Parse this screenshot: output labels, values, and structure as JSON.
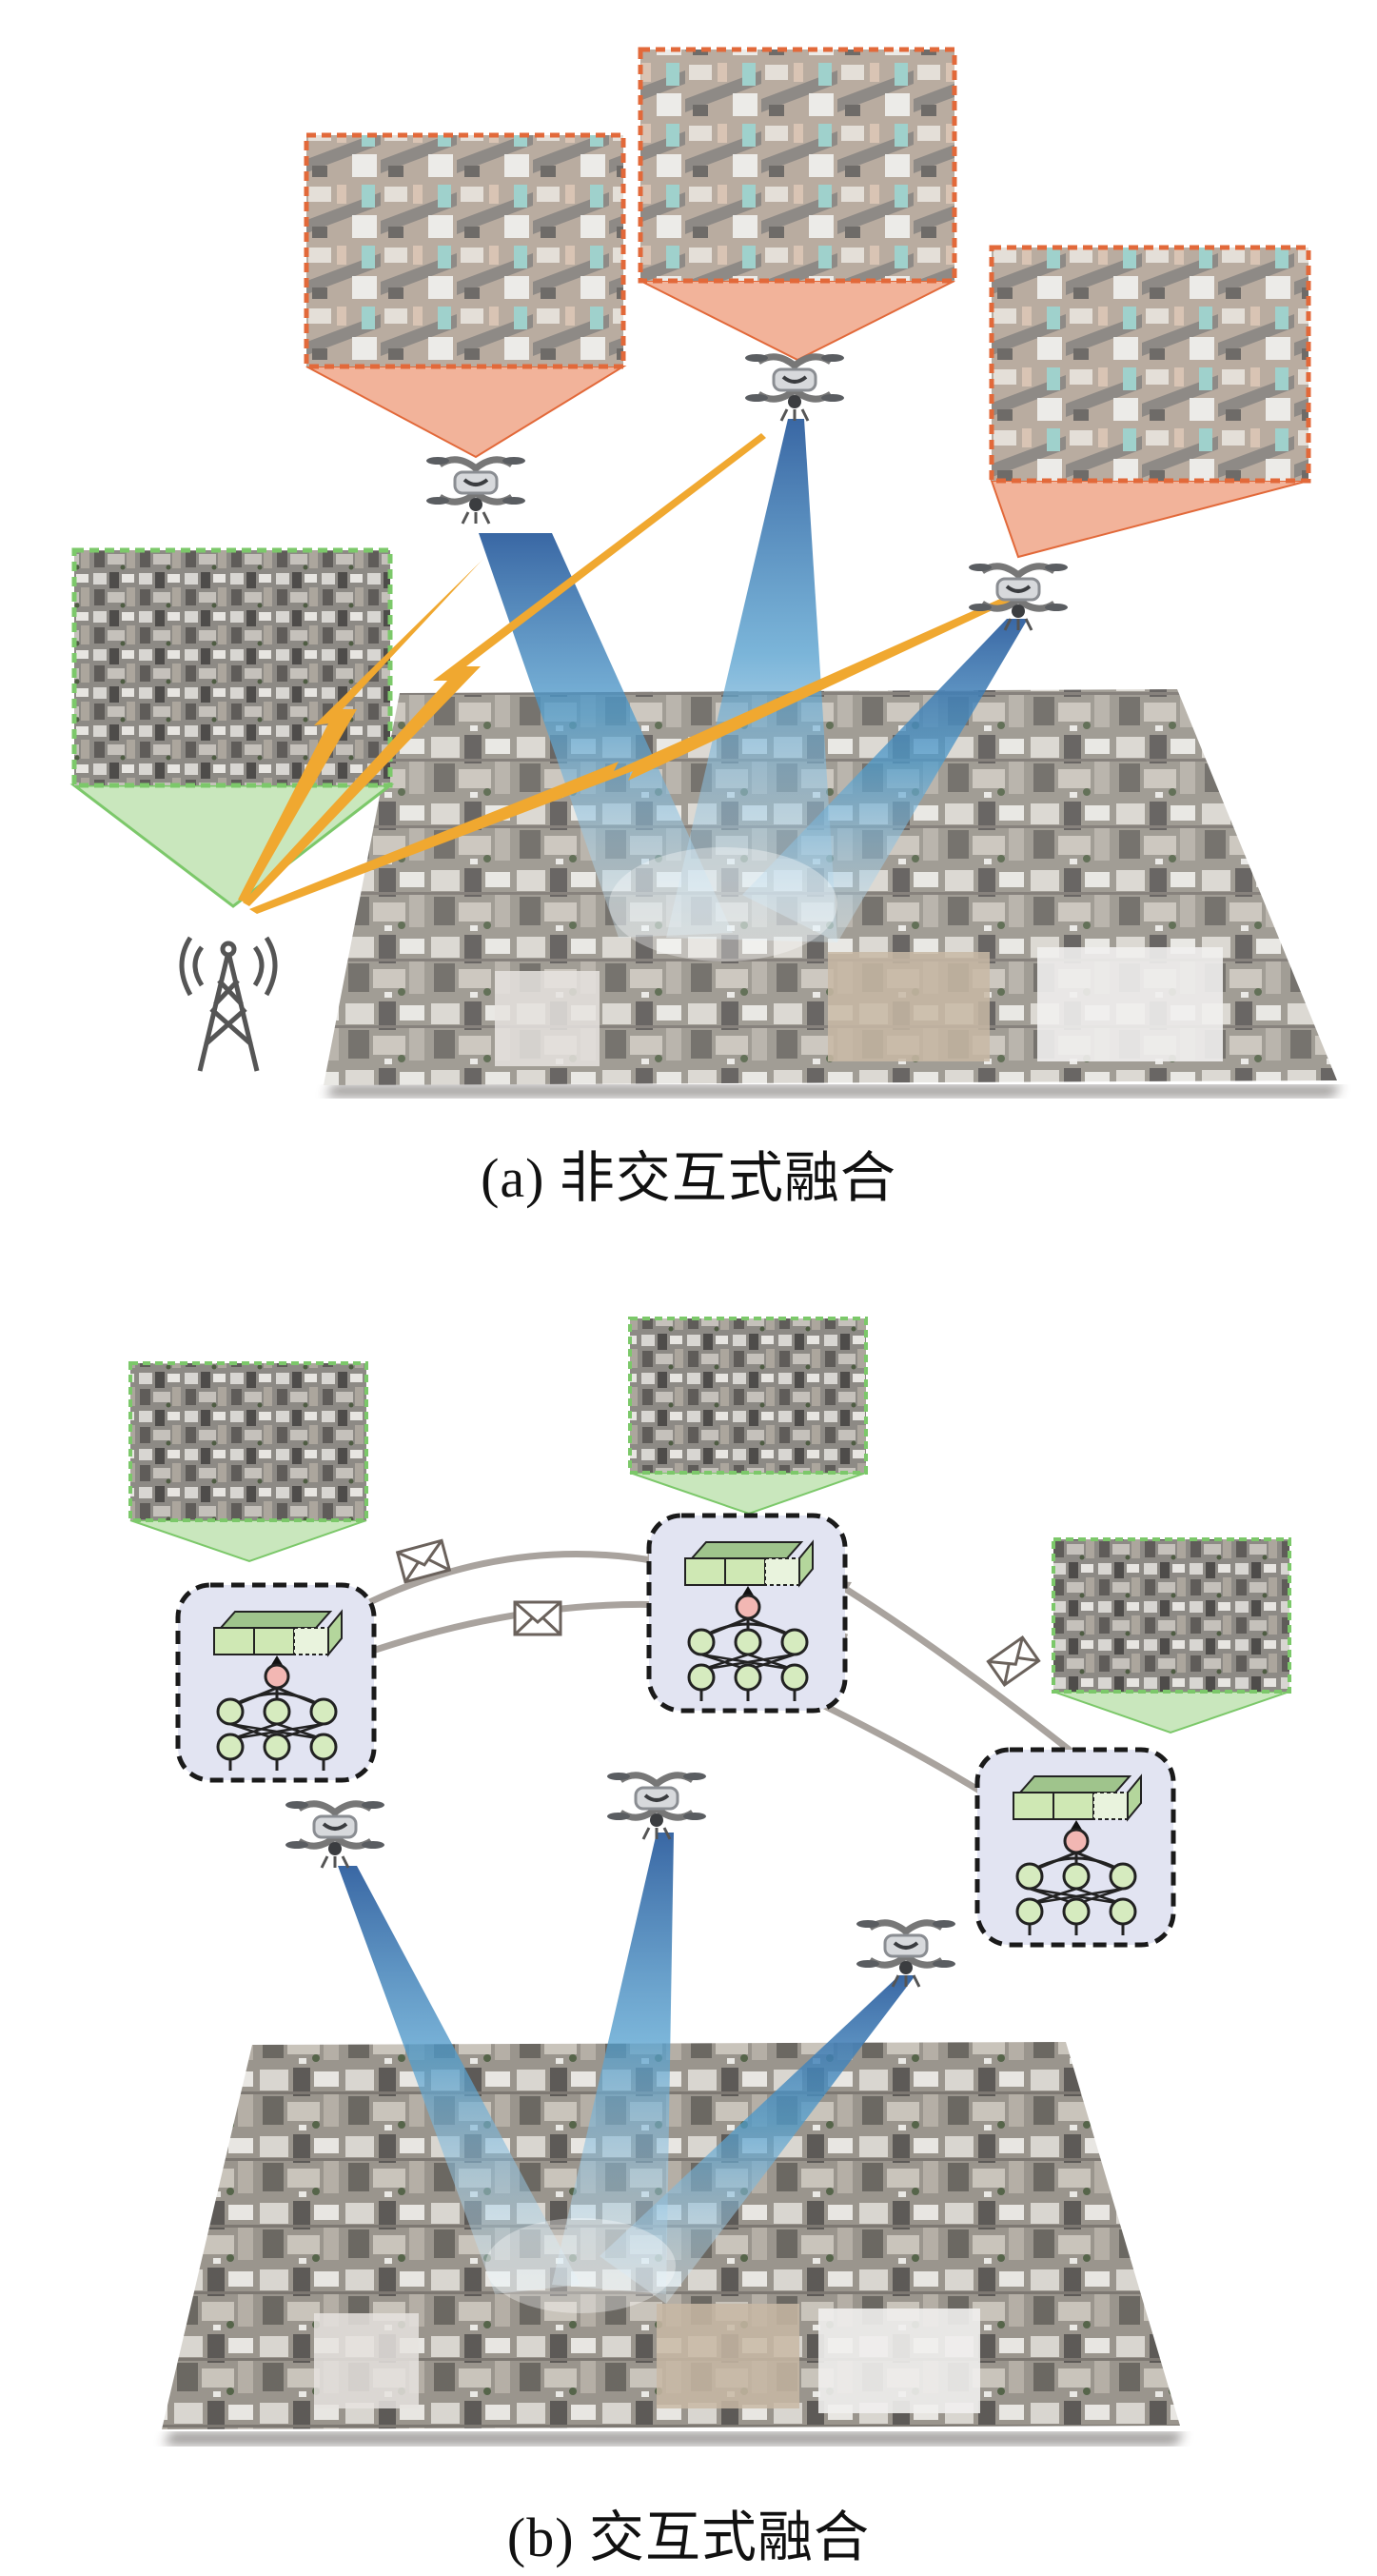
{
  "figure": {
    "panels": [
      {
        "id": "a",
        "caption": "(a) 非交互式融合",
        "drones": 3,
        "drone_views_border_color": "#e2693a",
        "drone_views_fill_color": "#f2b39a",
        "base_station_view_border_color": "#7cc86a",
        "base_station_view_fill_color": "#c9e7bd",
        "link_color": "#f0a830",
        "beam_color": "#3f7fbf",
        "icons": [
          "drone-icon",
          "cell-tower-icon",
          "lightning-link-icon",
          "aerial-photo"
        ]
      },
      {
        "id": "b",
        "caption": "(b) 交互式融合",
        "drones": 3,
        "view_border_color": "#7cc86a",
        "view_fill_color": "#c9e7bd",
        "node_box_fill": "#e2e4f2",
        "feature_cube_color": "#cfe8b4",
        "nn_node_color": "#d6ebbf",
        "nn_output_color": "#f2b7b3",
        "message_arrow_color": "#a9a39e",
        "icons": [
          "drone-icon",
          "envelope-icon",
          "neural-network-icon",
          "feature-map-icon",
          "aerial-photo"
        ]
      }
    ]
  }
}
